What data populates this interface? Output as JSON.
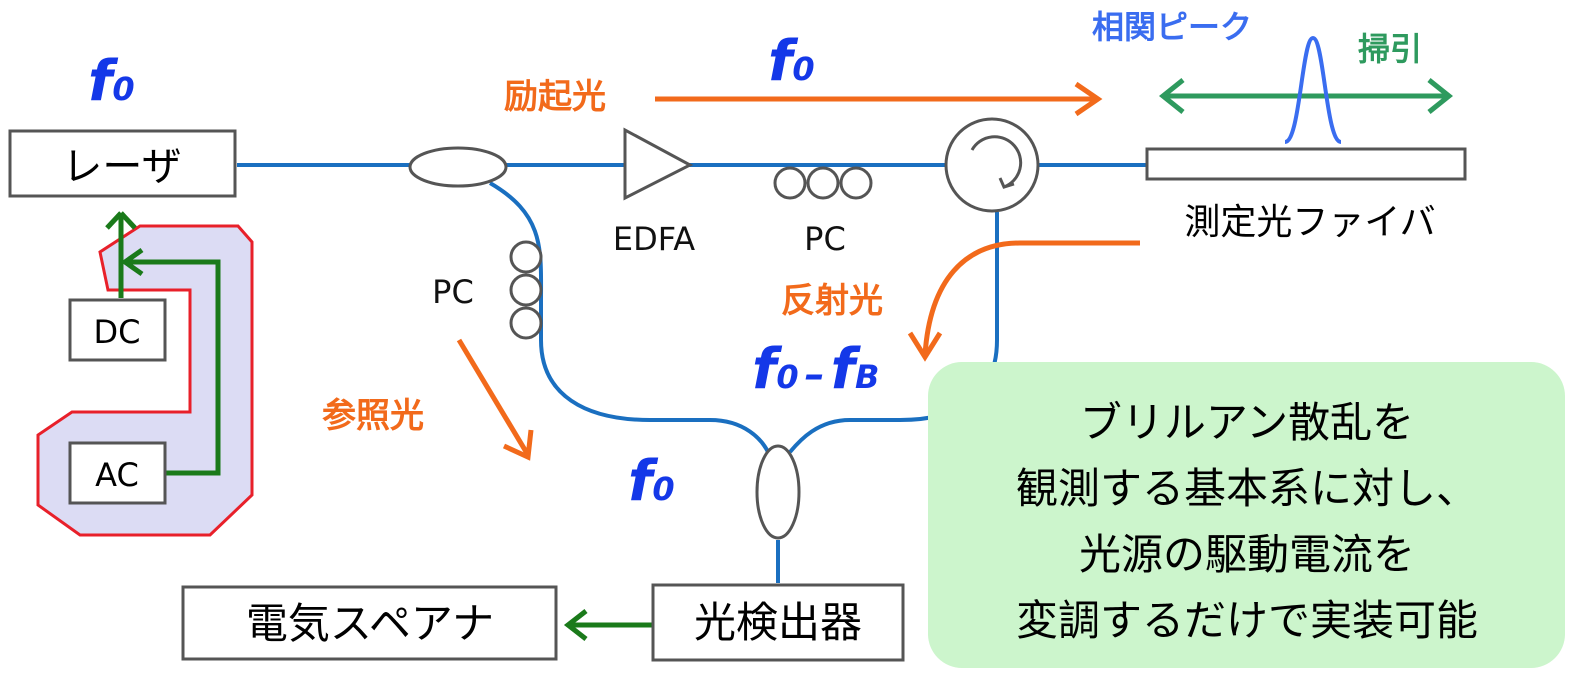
{
  "labels": {
    "laser": "レーザ",
    "dc": "DC",
    "ac": "AC",
    "edfa": "EDFA",
    "pc_top": "PC",
    "pc_left": "PC",
    "pump_light": "励起光",
    "reflected_light": "反射光",
    "reference_light": "参照光",
    "correlation_peak": "相関ピーク",
    "sweep": "掃引",
    "fiber_under_test": "測定光ファイバ",
    "photodetector": "光検出器",
    "esa": "電気スペアナ"
  },
  "freq": {
    "f0_laser": {
      "base": "f",
      "sub": "0"
    },
    "f0_pump": {
      "base": "f",
      "sub": "0"
    },
    "f0_ref": {
      "base": "f",
      "sub": "0"
    },
    "fdiff": {
      "a": "f",
      "a_sub": "0",
      "op": "–",
      "b": "f",
      "b_sub": "B"
    }
  },
  "note": {
    "lines": [
      "ブリルアン散乱を",
      "観測する基本系に対し、",
      "光源の駆動電流を",
      "変調するだけで実装可能"
    ]
  },
  "colors": {
    "fiber": "#1a6fc0",
    "orange": "#f26a1b",
    "blue_text": "#1438e8",
    "peak_blue": "#3a6df0",
    "sweep_green": "#2e9a5e",
    "signal_green": "#1a7a1a",
    "mod_region_fill": "#dcdcf4",
    "mod_region_stroke": "#e8202a",
    "note_bg": "#ccf5cc"
  }
}
